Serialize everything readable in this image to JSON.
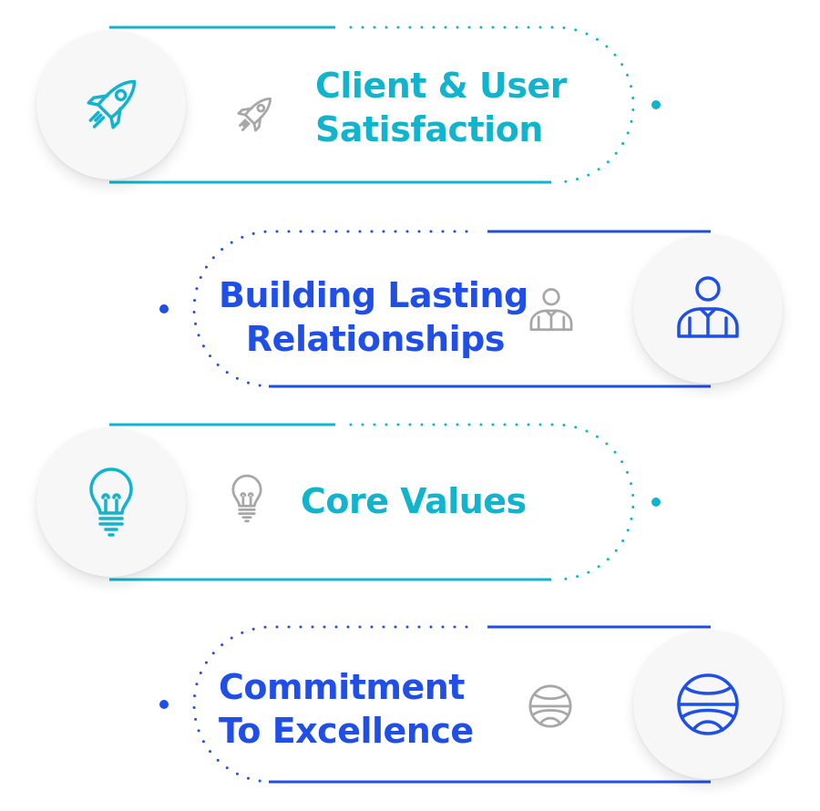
{
  "colors": {
    "teal": "#12b3cc",
    "blue": "#1f4fe6",
    "gray": "#a7a7a7"
  },
  "items": [
    {
      "line1": "Client & User",
      "line2": "Satisfaction",
      "icon": "rocket-icon",
      "color": "teal"
    },
    {
      "line1": "Building Lasting",
      "line2": "Relationships",
      "icon": "person-tie-icon",
      "color": "blue"
    },
    {
      "line1": "Core Values",
      "line2": "",
      "icon": "lightbulb-icon",
      "color": "teal"
    },
    {
      "line1": "Commitment",
      "line2": "To Excellence",
      "icon": "globe-icon",
      "color": "blue"
    }
  ]
}
